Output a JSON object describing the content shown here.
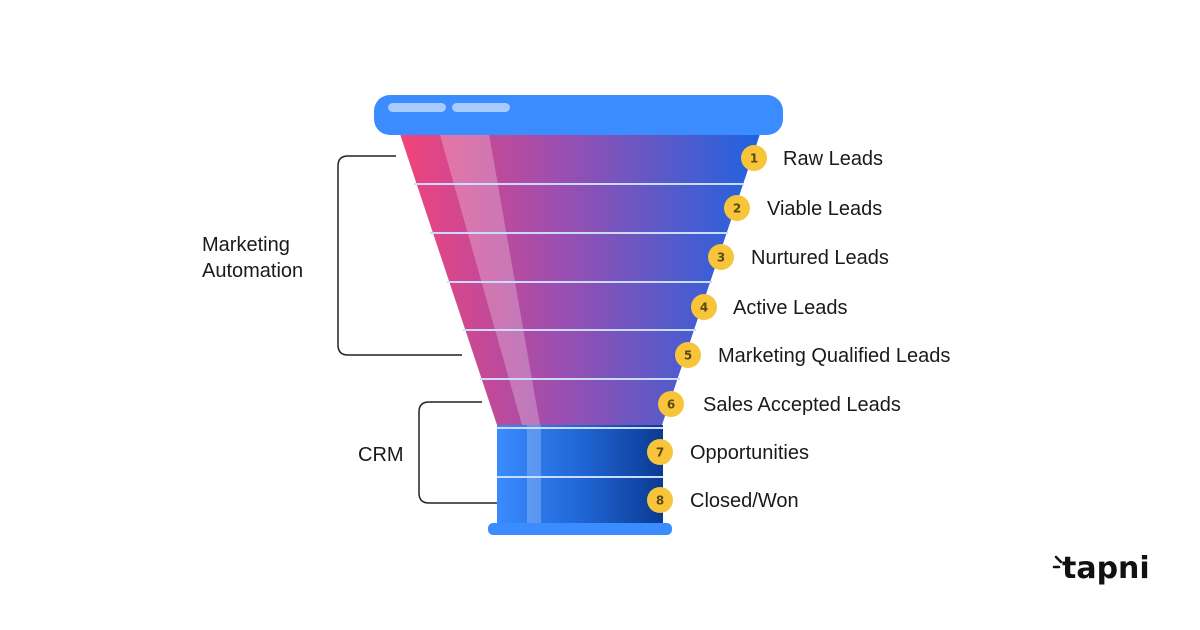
{
  "groups": {
    "marketing_automation": {
      "line1": "Marketing",
      "line2": "Automation"
    },
    "crm": {
      "label": "CRM"
    }
  },
  "stages": [
    {
      "number": "1",
      "label": "Raw Leads"
    },
    {
      "number": "2",
      "label": "Viable Leads"
    },
    {
      "number": "3",
      "label": "Nurtured Leads"
    },
    {
      "number": "4",
      "label": "Active Leads"
    },
    {
      "number": "5",
      "label": "Marketing Qualified Leads"
    },
    {
      "number": "6",
      "label": "Sales Accepted Leads"
    },
    {
      "number": "7",
      "label": "Opportunities"
    },
    {
      "number": "8",
      "label": "Closed/Won"
    }
  ],
  "logo": {
    "text": "tapni"
  },
  "colors": {
    "funnel_pink": "#f0427e",
    "funnel_blue": "#1f5fd8",
    "funnel_rim": "#3b8cff",
    "crm_dark": "#0c3f9c",
    "badge": "#f8c53a",
    "bracket": "#222222"
  }
}
